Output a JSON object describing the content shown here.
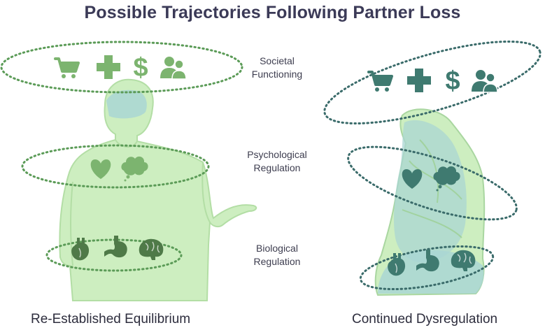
{
  "title": "Possible Trajectories Following Partner Loss",
  "levels": [
    {
      "line1": "Societal",
      "line2": "Functioning"
    },
    {
      "line1": "Psychological",
      "line2": "Regulation"
    },
    {
      "line1": "Biological",
      "line2": "Regulation"
    }
  ],
  "outcomes": {
    "left": "Re-Established Equilibrium",
    "right": "Continued Dysregulation"
  },
  "icons": {
    "societal": [
      "shopping-cart-icon",
      "medical-cross-icon",
      "dollar-sign-icon",
      "people-icon"
    ],
    "psychological": [
      "heart-icon",
      "thought-cloud-icon"
    ],
    "biological": [
      "anatomical-heart-icon",
      "stomach-icon",
      "brain-icon"
    ]
  },
  "colors": {
    "title": "#3b3a57",
    "healthy_icon": "#7cb46f",
    "healthy_ring": "#5b9b57",
    "healthy_body": "#cdeec0",
    "dysregulated_icon": "#3f7a70",
    "dysregulated_ring": "#3a6b6a",
    "head_overlay": "#a9d6d3"
  }
}
